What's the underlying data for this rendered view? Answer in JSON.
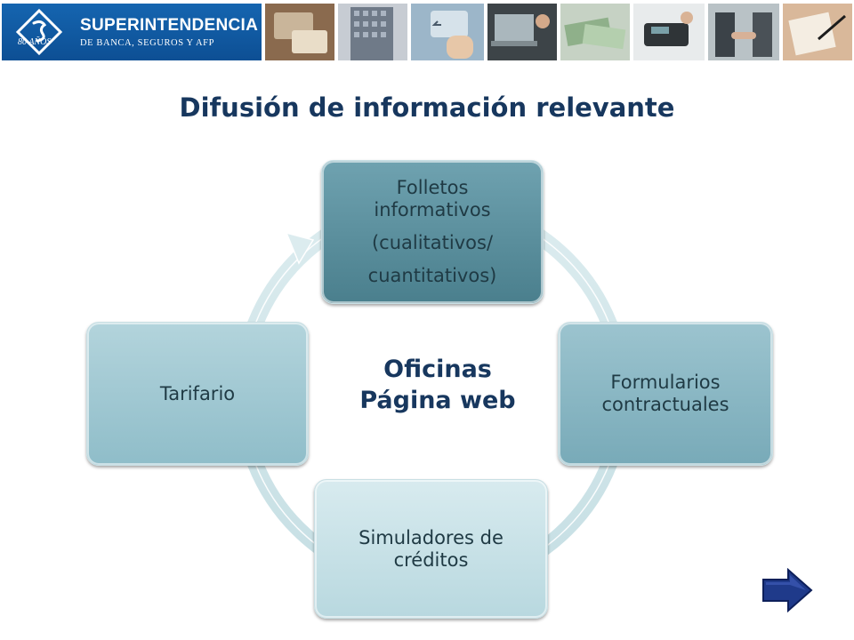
{
  "header": {
    "brand": "SUPERINTENDENCIA",
    "subtitle": "DE BANCA, SEGUROS Y AFP",
    "badge": "80 AÑOS"
  },
  "title": "Difusión de información relevante",
  "center": {
    "line1": "Oficinas",
    "line2": "Página web"
  },
  "nodes": {
    "top": {
      "line1": "Folletos",
      "line2": "informativos",
      "line3": "(cualitativos/",
      "line4": "cuantitativos)"
    },
    "right": {
      "line1": "Formularios",
      "line2": "contractuales"
    },
    "bottom": {
      "line1": "Simuladores de",
      "line2": "créditos"
    },
    "left": {
      "line1": "Tarifario"
    }
  },
  "colors": {
    "title": "#17375e",
    "banner_blue": "#0d4f94",
    "arrow": "#1f3a8a",
    "ring": "#dcecef"
  },
  "icons": {
    "next": "right-arrow-icon",
    "logo": "sbs-logo-icon"
  }
}
